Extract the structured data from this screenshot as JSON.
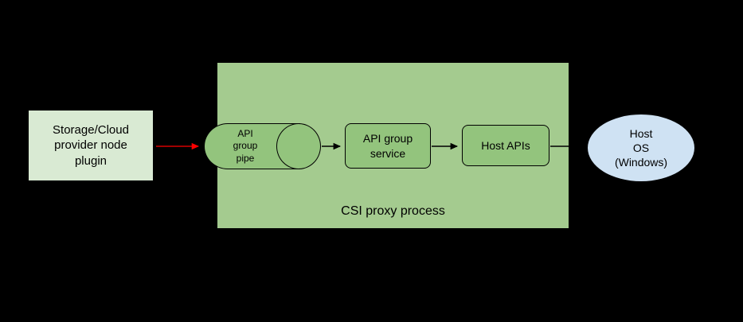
{
  "diagram": {
    "container_label": "CSI proxy process",
    "nodes": {
      "plugin": {
        "label": "Storage/Cloud\nprovider node\nplugin"
      },
      "pipe": {
        "label": "API\ngroup\npipe"
      },
      "service": {
        "label": "API group\nservice"
      },
      "host_apis": {
        "label": "Host APIs"
      },
      "host_os": {
        "label": "Host\nOS\n(Windows)"
      }
    },
    "colors": {
      "background": "#000000",
      "container_fill": "#a4cb8f",
      "plugin_fill": "#d9ead3",
      "inner_node_fill": "#93c47d",
      "host_os_fill": "#cfe2f3",
      "border": "#000000",
      "connector": "#000000",
      "connector_red": "#ff0000"
    }
  }
}
